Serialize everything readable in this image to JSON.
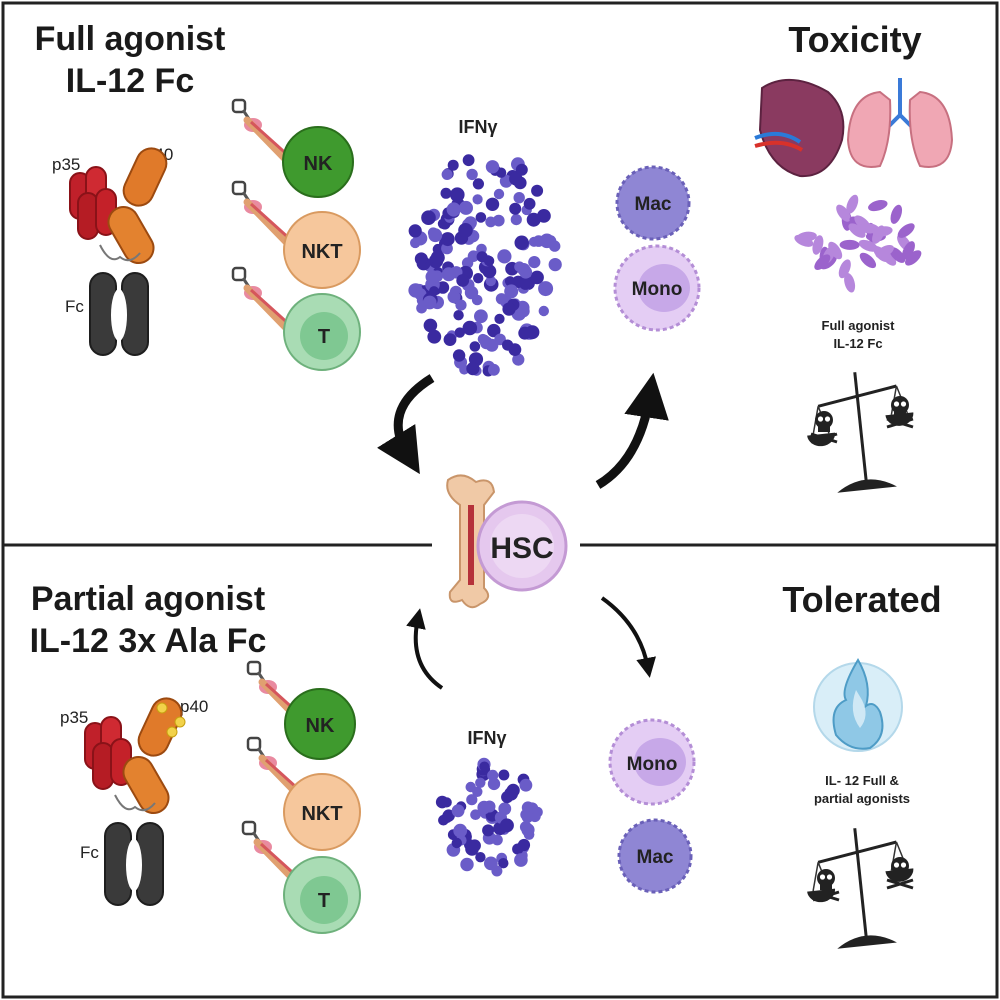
{
  "top": {
    "title_line1": "Full agonist",
    "title_line2": "IL-12 Fc",
    "p35": "p35",
    "p40": "p40",
    "fc": "Fc",
    "cells": [
      "NK",
      "NKT",
      "T"
    ],
    "ifng": "IFNγ",
    "myeloid": [
      "Mac",
      "Mono"
    ],
    "outcome": "Toxicity",
    "caption_line1": "Full agonist",
    "caption_line2": "IL-12 Fc"
  },
  "center": {
    "hsc": "HSC"
  },
  "bottom": {
    "title_line1": "Partial agonist",
    "title_line2": "IL-12 3x Ala Fc",
    "p35": "p35",
    "p40": "p40",
    "fc": "Fc",
    "cells": [
      "NK",
      "NKT",
      "T"
    ],
    "ifng": "IFNγ",
    "myeloid": [
      "Mono",
      "Mac"
    ],
    "outcome": "Tolerated",
    "caption_line1": "IL- 12 Full &",
    "caption_line2": "partial agonists"
  },
  "colors": {
    "p35": "#c0202a",
    "p40": "#e07a2a",
    "fc": "#3a3a3a",
    "nk": "#3f9a2e",
    "nkt": "#f6c79c",
    "t": "#a9dcb4",
    "ifng": "#3a2aa0",
    "mac": "#8f86d4",
    "mono": "#c7a8e8",
    "hsc": "#e5c8ee"
  },
  "icons": [
    "antibody-icon",
    "receptor-icon",
    "bone-icon",
    "organ-liver-icon",
    "organ-lung-icon",
    "balance-scale-icon",
    "skull-icon",
    "flame-icon",
    "curved-arrow-icon"
  ]
}
